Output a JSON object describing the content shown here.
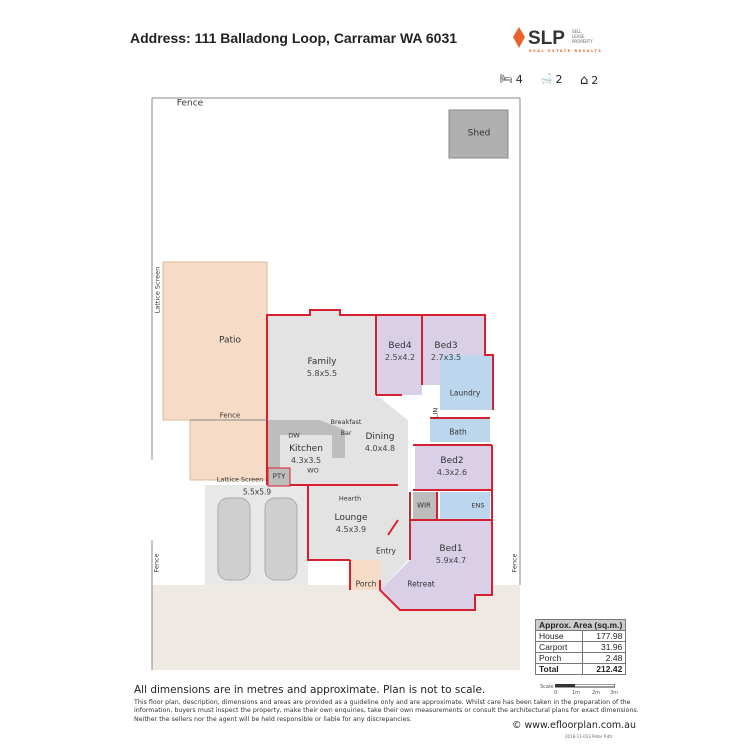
{
  "header": {
    "address": "Address: 111 Balladong Loop, Carramar WA 6031"
  },
  "logo": {
    "brand": "SLP",
    "tagline_lines": [
      "SELL",
      "LEASE",
      "PROPERTY"
    ],
    "subtitle": "REAL ESTATE RESULTS",
    "color": "#e8642c"
  },
  "features": [
    {
      "icon": "bed-icon",
      "glyph": "🛏",
      "count": "4"
    },
    {
      "icon": "bath-icon",
      "glyph": "🛁",
      "count": "2"
    },
    {
      "icon": "garage-icon",
      "glyph": "⌂",
      "count": "2"
    }
  ],
  "plan": {
    "colors": {
      "wall": "#d6202f",
      "bedroom": "#d9d0e8",
      "wet": "#bcd6ee",
      "living": "#e3e3e3",
      "patio": "#f6dcc6",
      "carport": "#e8e8e8",
      "ground": "#efe9e3",
      "shed": "#b0b0b0"
    },
    "labels": {
      "fence_top": "Fence",
      "shed": "Shed",
      "lattice_left": "Lattice Screen",
      "patio": "Patio",
      "fence_mid": "Fence",
      "lattice_bottom": "Lattice Screen",
      "fence_left": "Fence",
      "fence_right": "Fence",
      "family": {
        "name": "Family",
        "dim": "5.8x5.5"
      },
      "bed4": {
        "name": "Bed4",
        "dim": "2.5x4.2"
      },
      "bed3": {
        "name": "Bed3",
        "dim": "2.7x3.5"
      },
      "laundry": "Laundry",
      "lin": "LIN",
      "bath": "Bath",
      "breakfast": "Breakfast Bar",
      "dw": "DW",
      "kitchen": {
        "name": "Kitchen",
        "dim": "4.3x3.5"
      },
      "dining": {
        "name": "Dining",
        "dim": "4.0x4.8"
      },
      "bed2": {
        "name": "Bed2",
        "dim": "4.3x2.6"
      },
      "pty": "PTY",
      "wo": "WO",
      "hearth": "Hearth",
      "carport_dim": "5.5x5.9",
      "wir": "WIR",
      "ens": "ENS",
      "lounge": {
        "name": "Lounge",
        "dim": "4.5x3.9"
      },
      "entry": "Entry",
      "bed1": {
        "name": "Bed1",
        "dim": "5.9x4.7"
      },
      "porch": "Porch",
      "retreat": "Retreat"
    }
  },
  "area_table": {
    "header": "Approx. Area (sq.m.)",
    "rows": [
      {
        "label": "House",
        "value": "177.98"
      },
      {
        "label": "Carport",
        "value": "31.96"
      },
      {
        "label": "Porch",
        "value": "2.48"
      }
    ],
    "total": {
      "label": "Total",
      "value": "212.42"
    }
  },
  "scale": {
    "label": "Scale",
    "ticks": [
      "0",
      "1m",
      "2m",
      "3m"
    ]
  },
  "footer": {
    "note": "All dimensions are in metres and approximate. Plan is not to scale.",
    "disclaimer": "This floor plan, description, dimensions and areas are provided as a guideline only and are approximate. Whilst care has been taken in the preparation of the information, buyers must inspect the property, make their own enquiries, take their own measurements or consult the architectural plans for exact dimensions. Neither the sellers nor the agent will be held responsible or liable for any discrepancies.",
    "website": "© www.efloorplan.com.au",
    "stamp": "2018-11-013 Peter P.dtr"
  }
}
